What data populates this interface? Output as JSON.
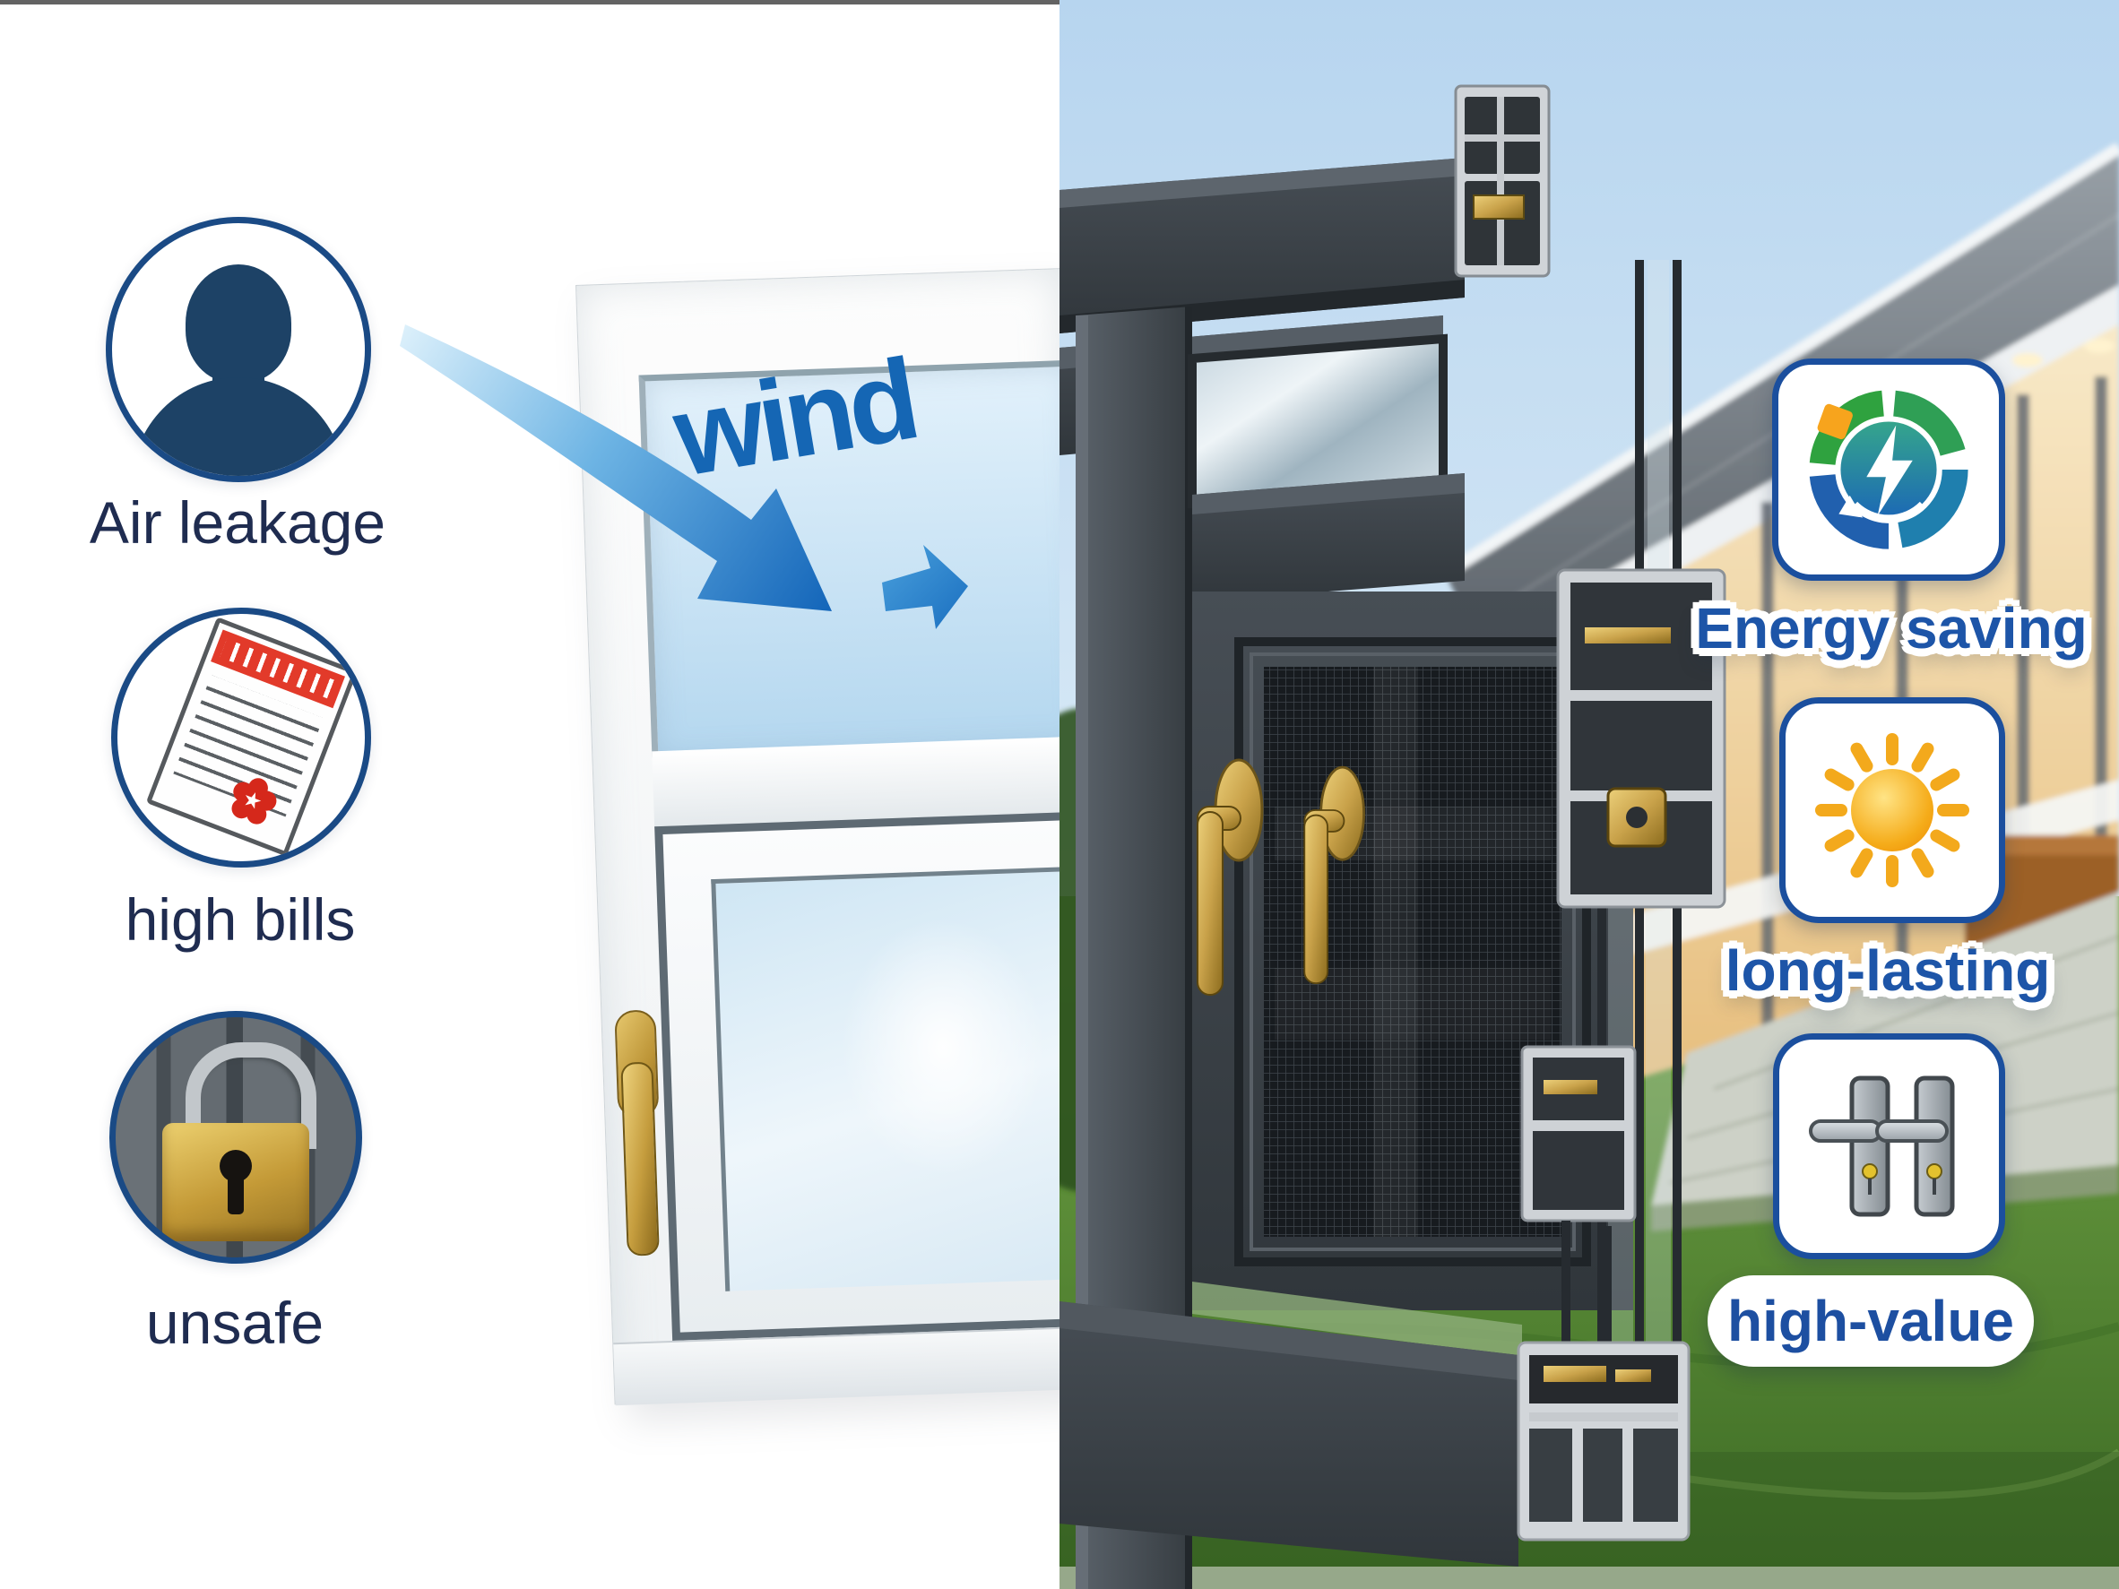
{
  "left_panel": {
    "problems": [
      {
        "icon": "person-icon",
        "label": "Air leakage"
      },
      {
        "icon": "bill-icon",
        "label": "high bills"
      },
      {
        "icon": "padlock-icon",
        "label": "unsafe"
      }
    ]
  },
  "window_annotation": {
    "wind_label": "wind",
    "seal_star_glyph": "★"
  },
  "right_panel": {
    "benefits": [
      {
        "icon": "energy-gauge-icon",
        "label": "Energy saving"
      },
      {
        "icon": "sun-icon",
        "label": "long-lasting"
      },
      {
        "icon": "door-handles-icon",
        "label": "high-value"
      }
    ]
  },
  "colors": {
    "problem_text_navy": "#1f2c50",
    "benefit_text_blue": "#1d55a8",
    "wind_blue": "#1566b4",
    "arrow_blue": "#1365b9",
    "icon_ring_blue": "#1a4a85",
    "bill_red": "#e23a2a",
    "brass_gold": "#c9a24a",
    "energy_green": "#2fa23f",
    "energy_blue": "#1c69b5",
    "sun_orange": "#f2a40f",
    "spark_orange": "#f7a41d",
    "frame_anthracite": "#3a4046",
    "frame_white": "#f4f6f7",
    "sky_blue": "#b7d5ef",
    "grass_green": "#4d7c30"
  }
}
